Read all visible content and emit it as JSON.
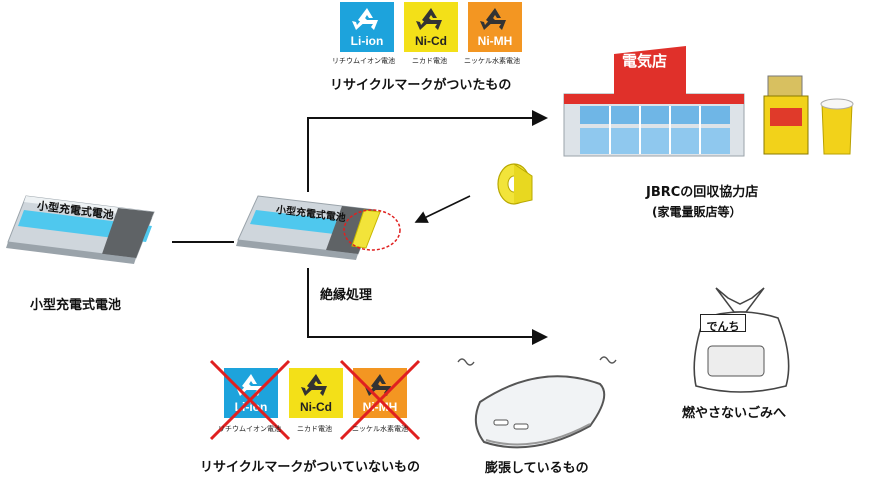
{
  "battery_left": {
    "text": "小型充電式電池",
    "label": "小型充電式電池"
  },
  "battery_middle": {
    "text": "小型充電式電池"
  },
  "insulation_label": "絶縁処理",
  "marks_top": [
    {
      "text": "Li-ion",
      "caption": "リチウムイオン電池"
    },
    {
      "text": "Ni-Cd",
      "caption": "ニカド電池"
    },
    {
      "text": "Ni-MH",
      "caption": "ニッケル水素電池"
    }
  ],
  "marks_top_label": "リサイクルマークがついたもの",
  "marks_bottom": [
    {
      "text": "Li-ion",
      "caption": "リチウムイオン電池"
    },
    {
      "text": "Ni-Cd",
      "caption": "ニカド電池"
    },
    {
      "text": "Ni-MH",
      "caption": "ニッケル水素電池"
    }
  ],
  "marks_bottom_label": "リサイクルマークがついていないもの",
  "store": {
    "sign": "電気店",
    "label": "JBRCの回収協力店",
    "sublabel": "(家電量販店等）"
  },
  "swollen_label": "膨張しているもの",
  "garbage": {
    "tag": "でんち",
    "label": "燃やさないごみへ"
  },
  "colors": {
    "liion": "#1da3dc",
    "nicd": "#f3e018",
    "nimh": "#f39622",
    "cross": "#e02020",
    "store_red": "#e0302a"
  }
}
